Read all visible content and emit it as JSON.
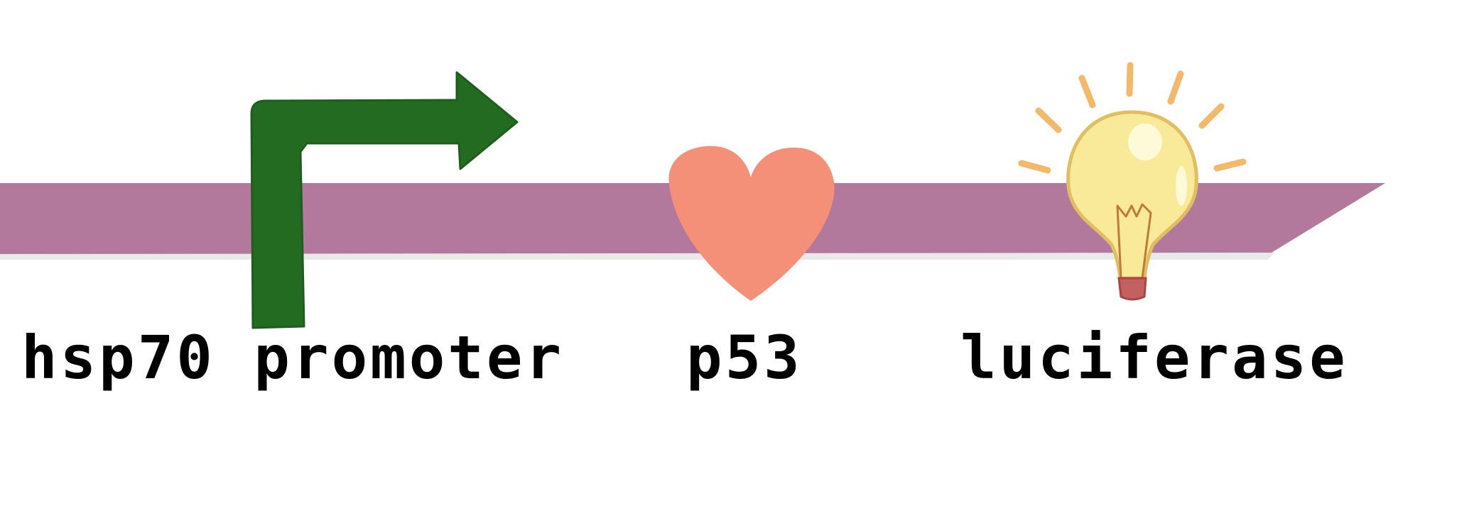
{
  "labels": {
    "promoter": "hsp70 promoter",
    "gene": "p53",
    "reporter": "luciferase"
  },
  "icons": {
    "promoter": "promoter-arrow-icon",
    "gene": "heart-icon",
    "reporter": "light-bulb-icon"
  },
  "colors": {
    "dna_strand": "#b3799d",
    "promoter_arrow": "#236b21",
    "heart": "#f48f78",
    "bulb_glass": "#f9ea9a",
    "bulb_rays": "#f3b96a",
    "bulb_base": "#c46060"
  }
}
